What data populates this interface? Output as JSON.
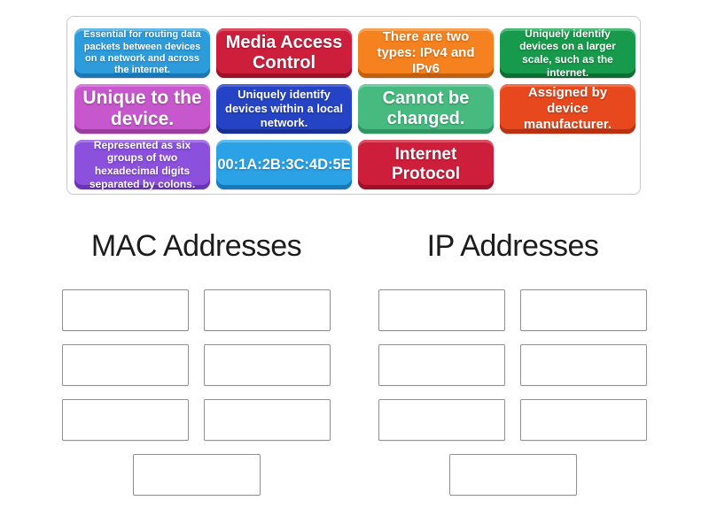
{
  "tray": {
    "tiles": [
      {
        "text": "Essential for routing data packets between devices on a network and across the internet.",
        "color": "#2E9CDB",
        "color_light": "#63B9E8",
        "color_dark": "#1B77B5"
      },
      {
        "text": "Media Access Control",
        "color": "#CD1F3C",
        "color_light": "#DE4E62",
        "color_dark": "#9C1128"
      },
      {
        "text": "There are two types: IPv4 and IPv6",
        "color": "#F5821F",
        "color_light": "#F8A256",
        "color_dark": "#C05F0E"
      },
      {
        "text": "Uniquely identify devices on a larger scale, such as the internet.",
        "color": "#189A4C",
        "color_light": "#4BBA77",
        "color_dark": "#0D6D33"
      },
      {
        "text": "Unique to the device.",
        "color": "#C657CC",
        "color_light": "#D87FDC",
        "color_dark": "#9C3BA2"
      },
      {
        "text": "Uniquely identify devices within a local network.",
        "color": "#2543C5",
        "color_light": "#5064D4",
        "color_dark": "#172E94"
      },
      {
        "text": "Cannot be changed.",
        "color": "#47BA80",
        "color_light": "#74CDA2",
        "color_dark": "#2F9562"
      },
      {
        "text": "Assigned by device manufacturer.",
        "color": "#E8481D",
        "color_light": "#EF7149",
        "color_dark": "#B93110"
      },
      {
        "text": "Represented as six groups of two hexadecimal digits separated by colons.",
        "color": "#8B50DC",
        "color_light": "#A678E6",
        "color_dark": "#6A34B4"
      },
      {
        "text": "00:1A:2B:3C:4D:5E",
        "color": "#2BA1E6",
        "color_light": "#5FBCEE",
        "color_dark": "#1879B8"
      },
      {
        "text": "Internet Protocol",
        "color": "#CD1F3C",
        "color_light": "#DE4E62",
        "color_dark": "#9C1128"
      }
    ]
  },
  "groups": [
    {
      "title": "MAC Addresses",
      "slot_count": 7
    },
    {
      "title": "IP Addresses",
      "slot_count": 7
    }
  ]
}
